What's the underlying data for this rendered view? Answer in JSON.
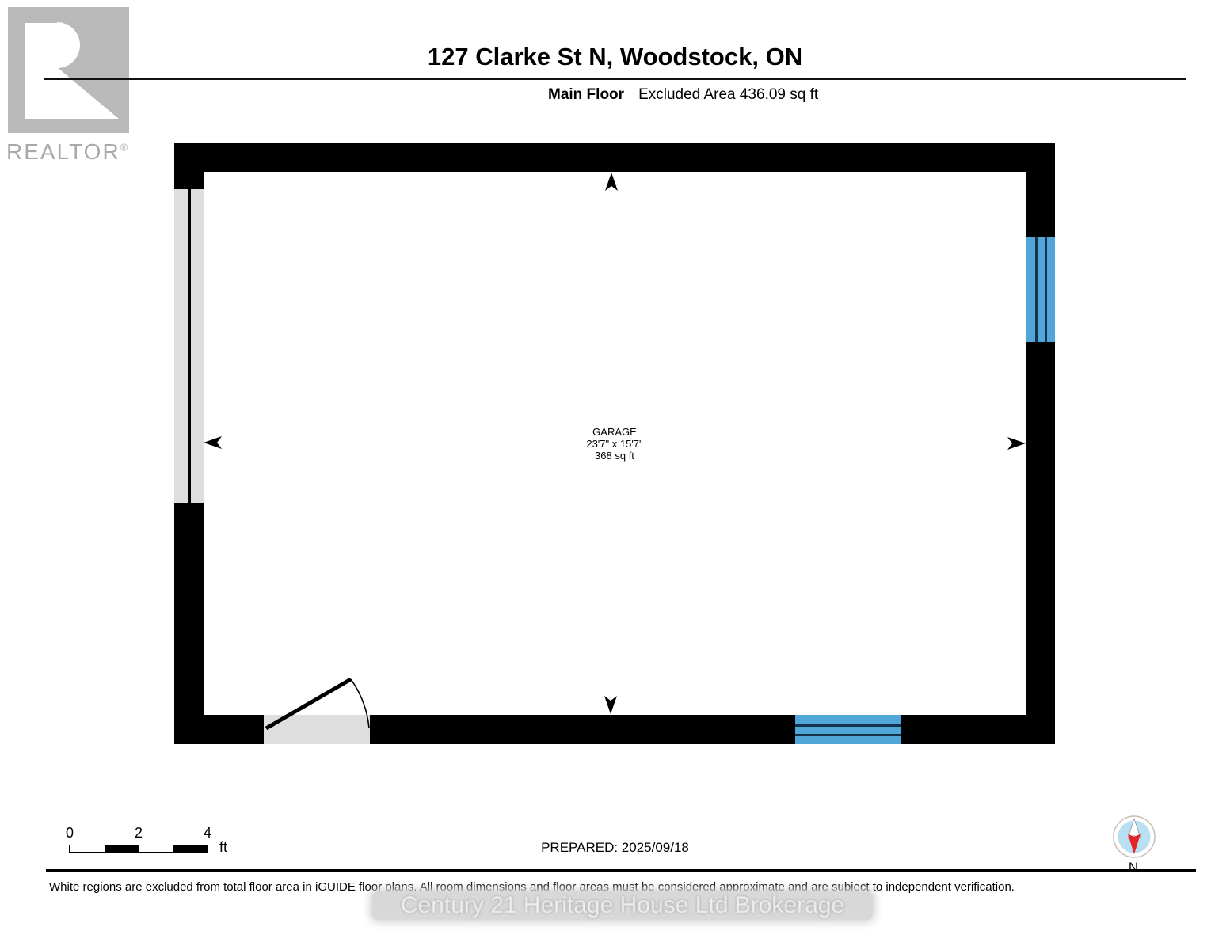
{
  "branding": {
    "realtor_label": "REALTOR",
    "registered": "®"
  },
  "header": {
    "title": "127 Clarke St N, Woodstock, ON",
    "floor_label": "Main Floor",
    "excluded_label": "Excluded Area 436.09 sq ft"
  },
  "room": {
    "name": "GARAGE",
    "dims": "23'7\" x 15'7\"",
    "area": "368 sq ft"
  },
  "scale": {
    "t0": "0",
    "t2": "2",
    "t4": "4",
    "unit": "ft"
  },
  "footer": {
    "prepared": "PREPARED: 2025/09/18",
    "north": "N",
    "disclaimer": "White regions are excluded from total floor area in iGUIDE floor plans. All room dimensions and floor areas must be considered approximate and are subject to independent verification.",
    "watermark": "Century 21 Heritage House Ltd Brokerage"
  },
  "colors": {
    "wall": "#000000",
    "window_blue": "#50a5d9",
    "window_line": "#16334d",
    "opening_gray": "#dedede",
    "logo_gray": "#b9b9b9",
    "compass_blue": "#b8dff2",
    "compass_red": "#e32526"
  }
}
